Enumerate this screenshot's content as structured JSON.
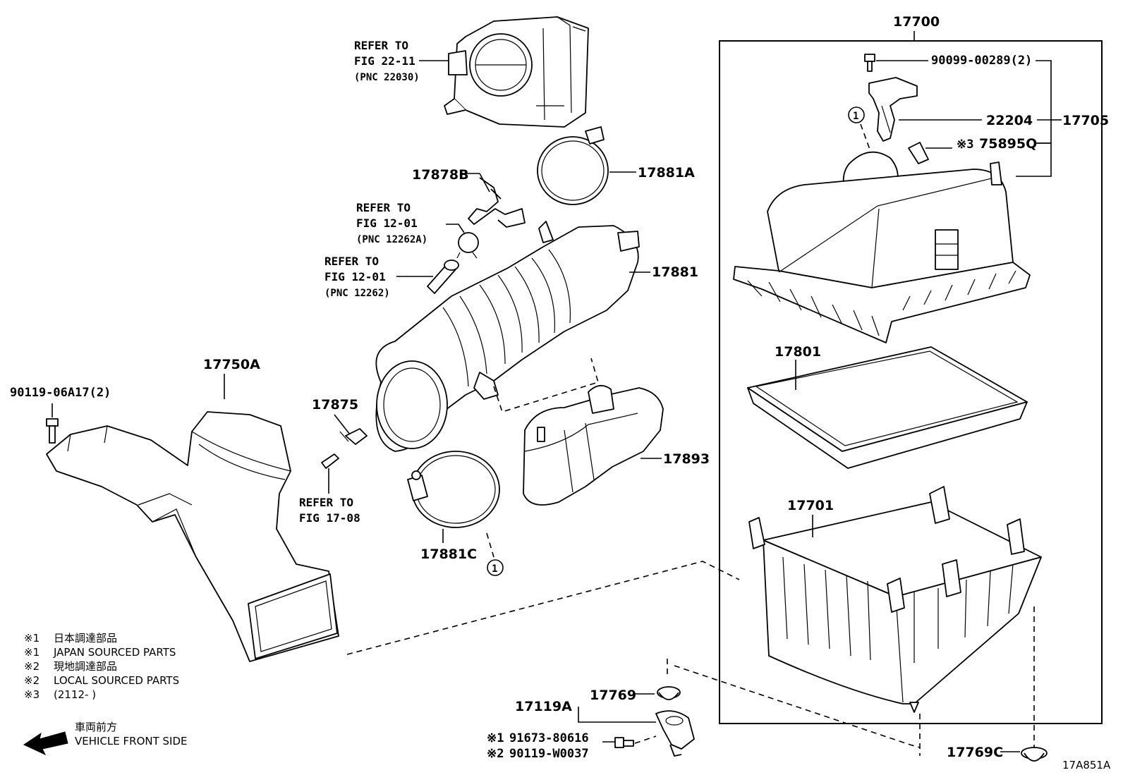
{
  "diagram_code": "17A851A",
  "parts": {
    "p17700": "17700",
    "p17705": "17705",
    "p90099": "90099-00289(2)",
    "p22204": "22204",
    "p75895Q": "75895Q",
    "p75895Q_mark": "※3",
    "p17801": "17801",
    "p17701": "17701",
    "p17769C": "17769C",
    "p17769": "17769",
    "p17119A": "17119A",
    "p91673_mark": "※1",
    "p91673": "91673-80616",
    "p90119W_mark": "※2",
    "p90119W": "90119-W0037",
    "p17881A": "17881A",
    "p17878B": "17878B",
    "p17881": "17881",
    "p17893": "17893",
    "p17881C": "17881C",
    "p17875": "17875",
    "p17750A": "17750A",
    "p90119A17": "90119-06A17(2)"
  },
  "refs": {
    "r1_line1": "REFER TO",
    "r1_line2": "FIG 22-11",
    "r1_line3": "(PNC 22030)",
    "r2_line1": "REFER TO",
    "r2_line2": "FIG 12-01",
    "r2_line3": "(PNC 12262A)",
    "r3_line1": "REFER TO",
    "r3_line2": "FIG 12-01",
    "r3_line3": "(PNC 12262)",
    "r4_line1": "REFER TO",
    "r4_line2": "FIG 17-08"
  },
  "callouts": {
    "circle1_a": "1",
    "circle1_b": "1"
  },
  "legend": {
    "l1_mark": "※1",
    "l1_text": "日本調達部品",
    "l2_mark": "※1",
    "l2_text": "JAPAN SOURCED PARTS",
    "l3_mark": "※2",
    "l3_text": "現地調達部品",
    "l4_mark": "※2",
    "l4_text": "LOCAL SOURCED PARTS",
    "l5_mark": "※3",
    "l5_text": "(2112-      )"
  },
  "front": {
    "jp": "車両前方",
    "en": "VEHICLE FRONT SIDE"
  }
}
